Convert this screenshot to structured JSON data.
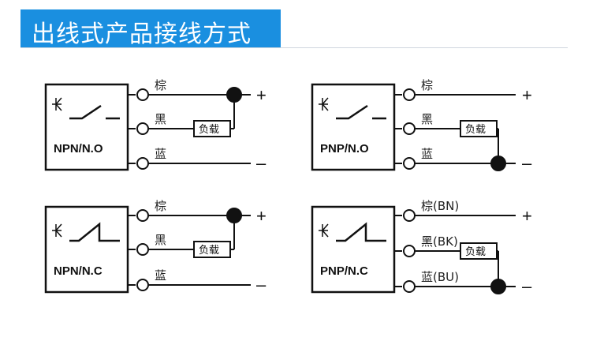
{
  "header": {
    "title": "出线式产品接线方式"
  },
  "diagrams": [
    {
      "type": "NPN/N.O",
      "wires": [
        "棕",
        "黑",
        "蓝"
      ],
      "load": "负载",
      "plus": "+",
      "minus": "–"
    },
    {
      "type": "PNP/N.O",
      "wires": [
        "棕",
        "黑",
        "蓝"
      ],
      "load": "负载",
      "plus": "+",
      "minus": "–"
    },
    {
      "type": "NPN/N.C",
      "wires": [
        "棕",
        "黑",
        "蓝"
      ],
      "load": "负载",
      "plus": "+",
      "minus": "–"
    },
    {
      "type": "PNP/N.C",
      "wires": [
        "棕(BN)",
        "黑(BK)",
        "蓝(BU)"
      ],
      "load": "负载",
      "plus": "+",
      "minus": "–"
    }
  ],
  "colors": {
    "banner": "#1a8fe0",
    "banner_text": "#ffffff",
    "line": "#111111"
  }
}
